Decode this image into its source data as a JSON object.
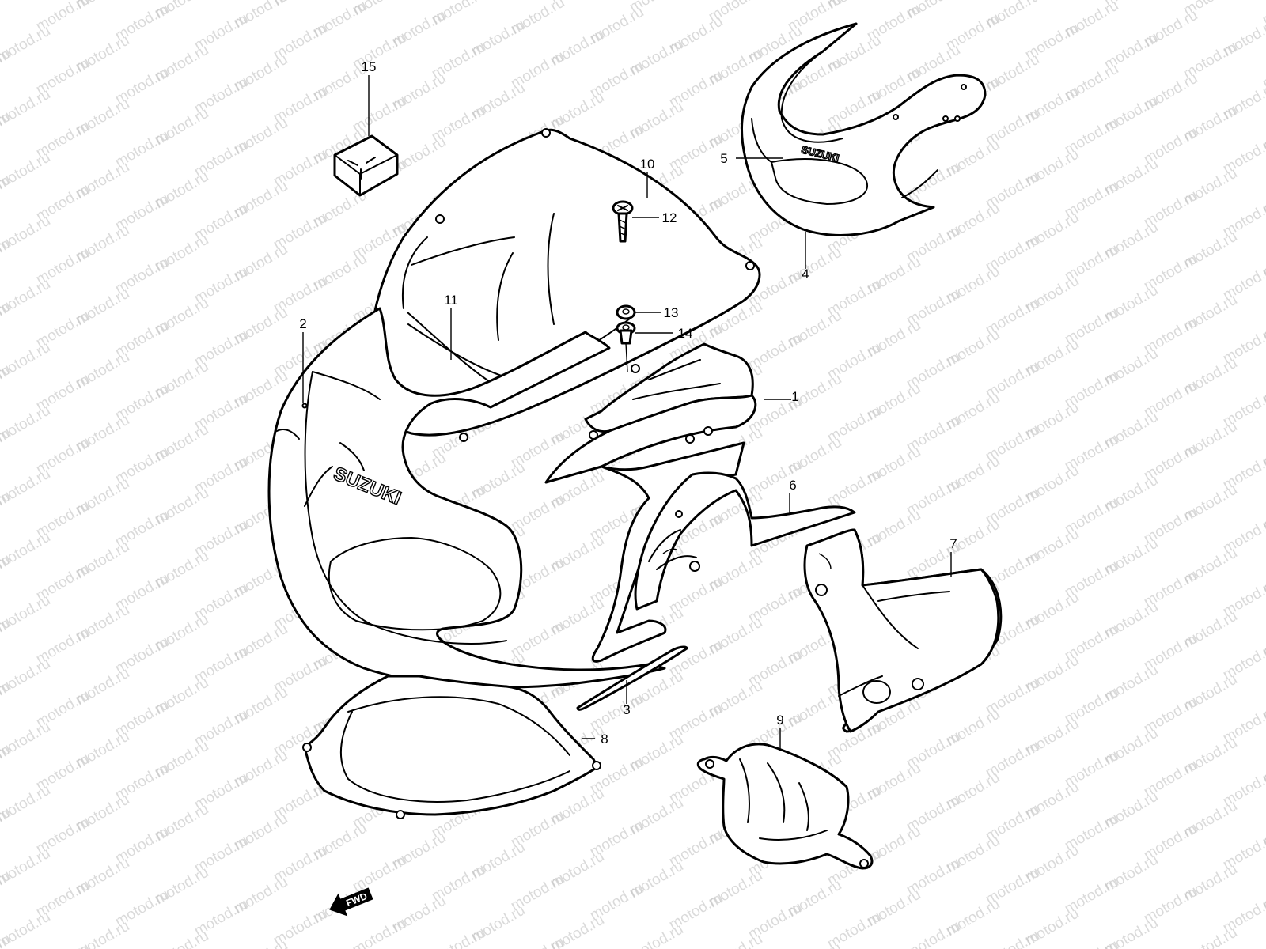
{
  "watermark": {
    "text": "motod.ru",
    "color": "#bdbdbd"
  },
  "callouts": [
    {
      "id": "1",
      "label": "1"
    },
    {
      "id": "2",
      "label": "2"
    },
    {
      "id": "3",
      "label": "3"
    },
    {
      "id": "4",
      "label": "4"
    },
    {
      "id": "5",
      "label": "5"
    },
    {
      "id": "6",
      "label": "6"
    },
    {
      "id": "7",
      "label": "7"
    },
    {
      "id": "8",
      "label": "8"
    },
    {
      "id": "9",
      "label": "9"
    },
    {
      "id": "10",
      "label": "10"
    },
    {
      "id": "11",
      "label": "11"
    },
    {
      "id": "12",
      "label": "12"
    },
    {
      "id": "13",
      "label": "13"
    },
    {
      "id": "14",
      "label": "14"
    },
    {
      "id": "15",
      "label": "15"
    }
  ],
  "logos": {
    "main": "SUZUKI",
    "small": "SUZUKI"
  },
  "direction_arrow": {
    "label": "FWD"
  },
  "colors": {
    "line": "#000000",
    "background": "#ffffff"
  }
}
